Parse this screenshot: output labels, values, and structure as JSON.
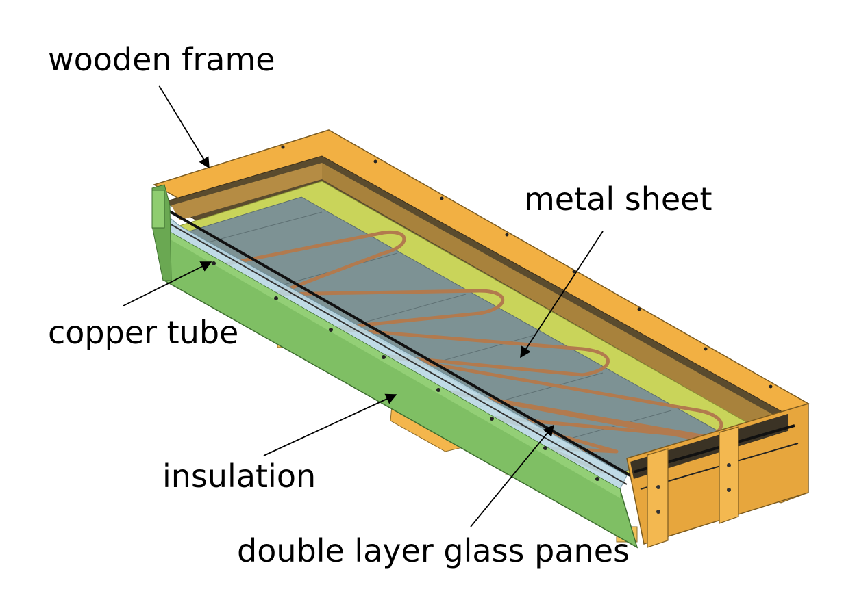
{
  "labels": {
    "wooden_frame": "wooden frame",
    "metal_sheet": "metal sheet",
    "copper_tube": "copper tube",
    "insulation": "insulation",
    "glass_panes": "double layer glass panes"
  },
  "colors": {
    "wood": "#f2b043",
    "wood_dark": "#d8922c",
    "insulation": "#7fbf64",
    "insulation_dark": "#5e9e48",
    "metal_sheet": "#7d9294",
    "absorber_yellow": "#c9d45a",
    "glass": "#b9d7e3",
    "copper": "#b27a4e"
  }
}
